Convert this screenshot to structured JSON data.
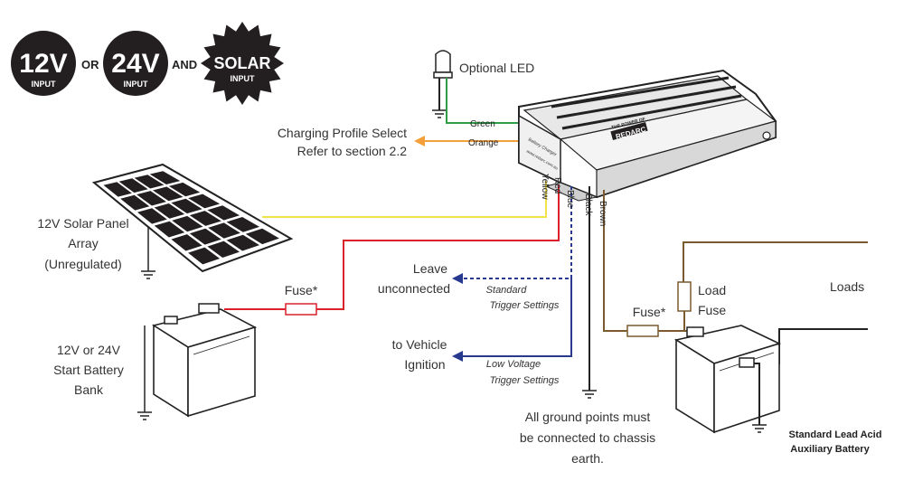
{
  "badges": {
    "b12v": "12V",
    "b24v": "24V",
    "solar": "SOLAR",
    "input": "INPUT",
    "or_word": "OR",
    "and_word": "AND"
  },
  "device": {
    "brand": "REDARC",
    "tagline": "THE POWER OF",
    "panel_label": "Battery Charger",
    "website": "www.redarc.com.au"
  },
  "labels": {
    "optional_led": "Optional LED",
    "charging_profile_1": "Charging Profile Select",
    "charging_profile_2": "Refer to section 2.2",
    "solar_1": "12V Solar Panel",
    "solar_2": "Array",
    "solar_3": "(Unregulated)",
    "start_battery_1": "12V or 24V",
    "start_battery_2": "Start Battery",
    "start_battery_3": "Bank",
    "fuse_left": "Fuse*",
    "fuse_right": "Fuse*",
    "leave_1": "Leave",
    "leave_2": "unconnected",
    "standard_1": "Standard",
    "standard_2": "Trigger Settings",
    "vehicle_1": "to Vehicle",
    "vehicle_2": "Ignition",
    "low_voltage_1": "Low Voltage",
    "low_voltage_2": "Trigger Settings",
    "ground_1": "All ground points must",
    "ground_2": "be connected to chassis",
    "ground_3": "earth.",
    "load_fuse_1": "Load",
    "load_fuse_2": "Fuse",
    "loads": "Loads",
    "aux_battery_1": "Standard Lead Acid",
    "aux_battery_2": "Auxiliary Battery"
  },
  "wires": {
    "green": "Green",
    "orange": "Orange",
    "yellow": "Yellow",
    "red": "Red",
    "blue": "Blue",
    "black": "Black",
    "brown": "Brown"
  },
  "colors": {
    "green_wire": "#2e9e46",
    "orange_wire": "#f3a03a",
    "yellow_wire": "#f2e24a",
    "red_wire": "#d9222a",
    "blue_wire": "#283a8f",
    "black_wire": "#222222",
    "brown_wire": "#7a5a2e",
    "badge_fill": "#231f20"
  }
}
